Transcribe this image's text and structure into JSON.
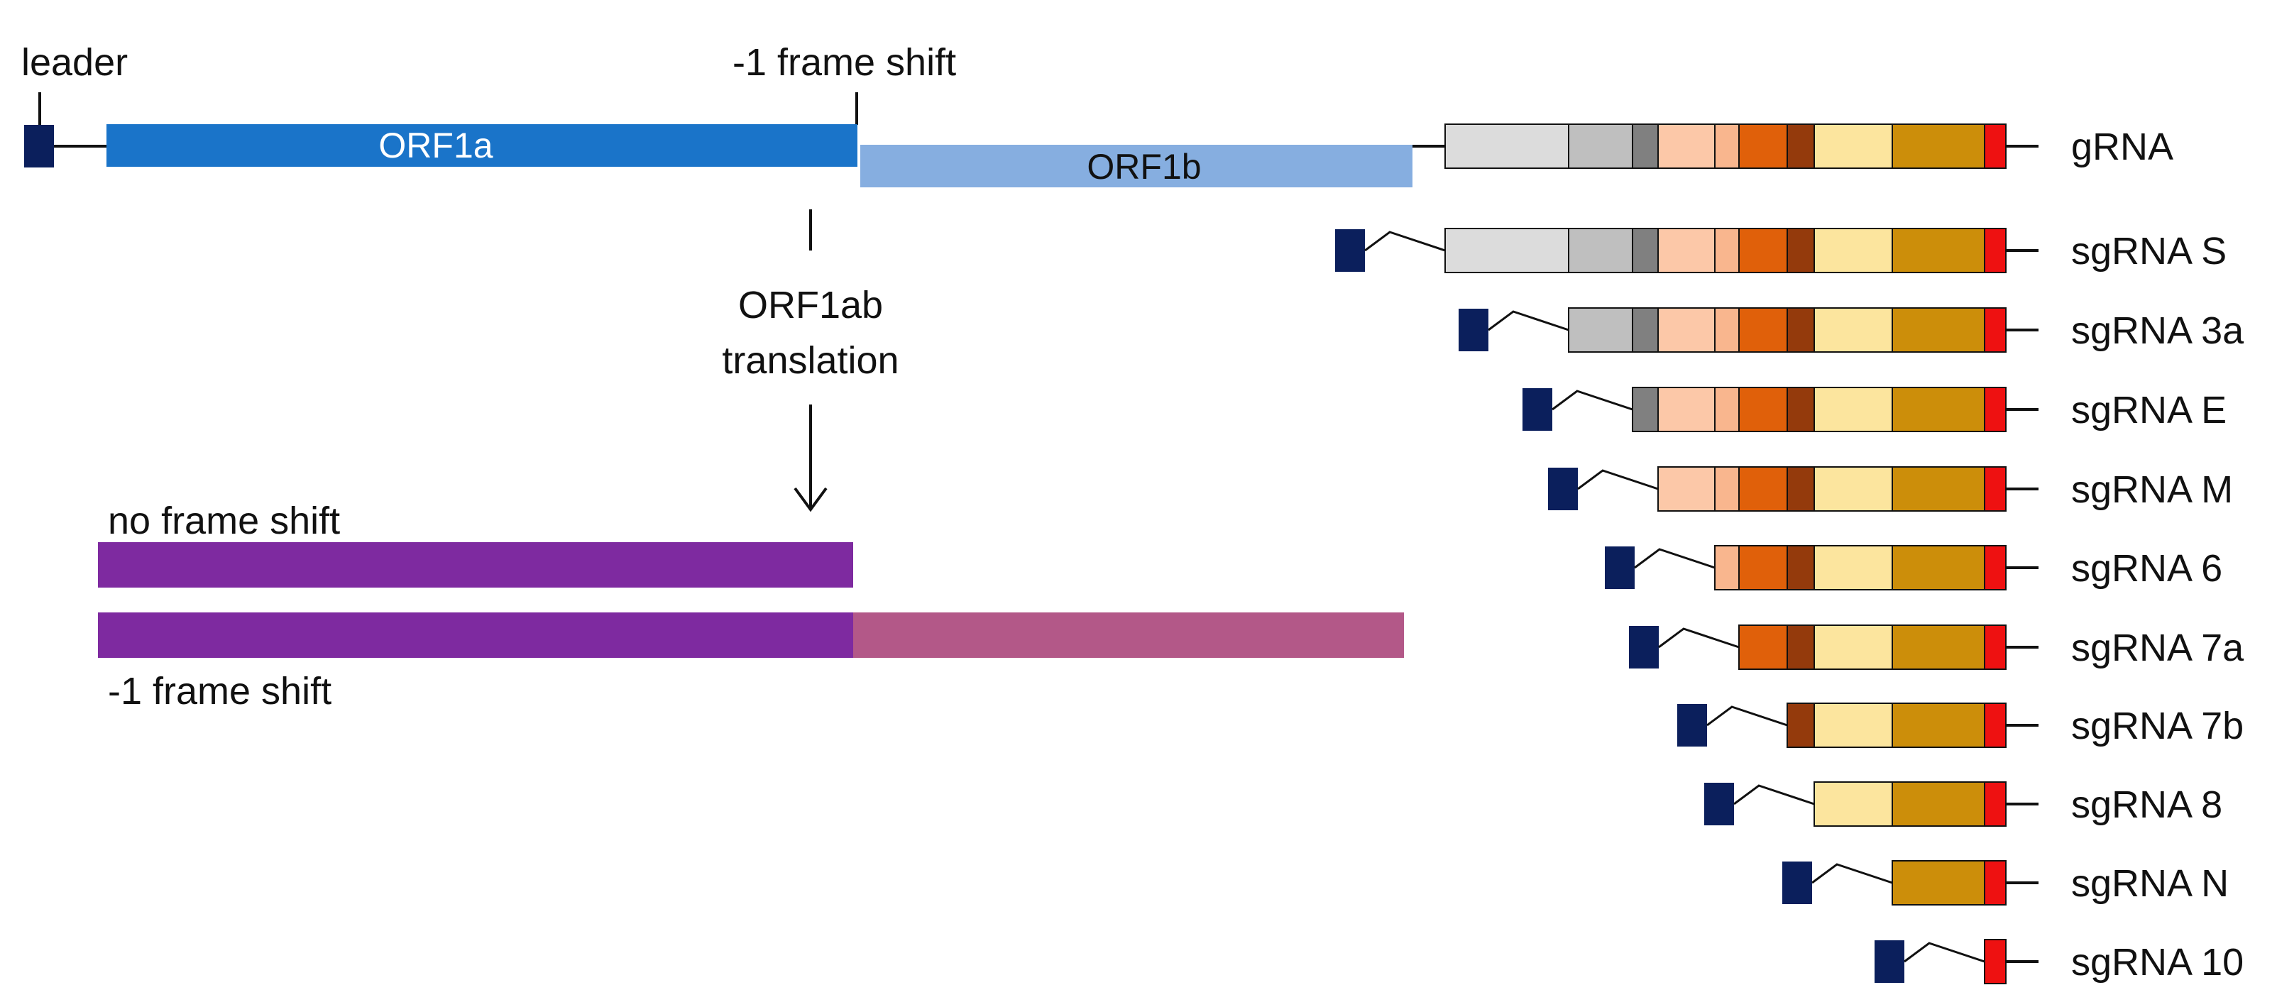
{
  "labels": {
    "leader": "leader",
    "frame_shift_top": "-1 frame shift",
    "orf1a": "ORF1a",
    "orf1b": "ORF1b",
    "translation_line1": "ORF1ab",
    "translation_line2": "translation",
    "no_frame_shift": "no frame shift",
    "frame_shift_bottom": "-1 frame shift"
  },
  "colors": {
    "leader": "#0b1f5c",
    "orf1a": "#1a74c9",
    "orf1b": "#86aee0",
    "product_orf1a": "#7e2aa0",
    "product_orf1b": "#b35888",
    "line": "#111111"
  },
  "genes": [
    {
      "name": "S",
      "color": "#dcdcdc"
    },
    {
      "name": "3a",
      "color": "#bfbfbf"
    },
    {
      "name": "E",
      "color": "#808080"
    },
    {
      "name": "M",
      "color": "#fcc8a8"
    },
    {
      "name": "6",
      "color": "#f9b68e"
    },
    {
      "name": "7a",
      "color": "#e0600a"
    },
    {
      "name": "7b",
      "color": "#943a0c"
    },
    {
      "name": "8",
      "color": "#fce59e"
    },
    {
      "name": "N",
      "color": "#cc8e0a"
    },
    {
      "name": "10",
      "color": "#ee1111"
    }
  ],
  "rna_rows": [
    {
      "label": "gRNA",
      "first_gene": 0
    },
    {
      "label": "sgRNA S",
      "first_gene": 0
    },
    {
      "label": "sgRNA 3a",
      "first_gene": 1
    },
    {
      "label": "sgRNA E",
      "first_gene": 2
    },
    {
      "label": "sgRNA M",
      "first_gene": 3
    },
    {
      "label": "sgRNA 6",
      "first_gene": 4
    },
    {
      "label": "sgRNA 7a",
      "first_gene": 5
    },
    {
      "label": "sgRNA 7b",
      "first_gene": 6
    },
    {
      "label": "sgRNA 8",
      "first_gene": 7
    },
    {
      "label": "sgRNA N",
      "first_gene": 8
    },
    {
      "label": "sgRNA 10",
      "first_gene": 9
    }
  ]
}
